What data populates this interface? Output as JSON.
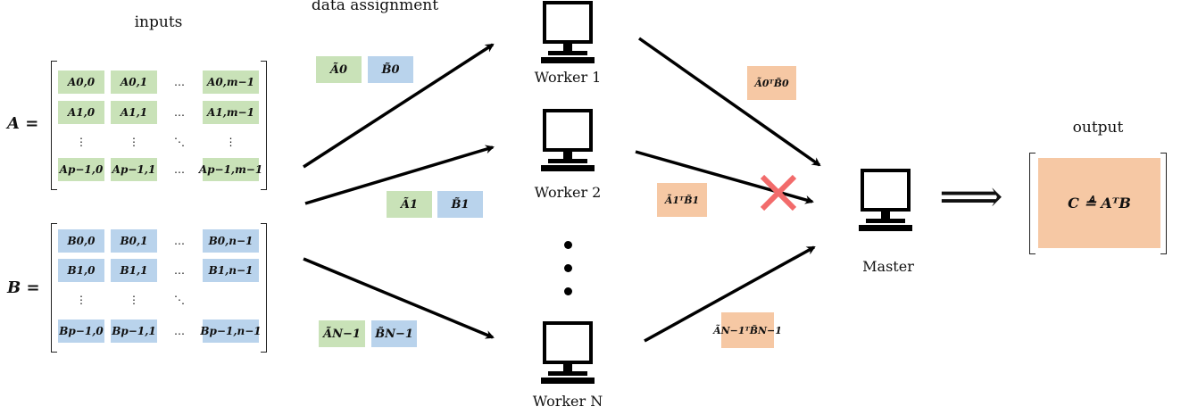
{
  "titles": {
    "inputs": "inputs",
    "data_assignment": "data assignment",
    "output": "output"
  },
  "matrix_a": {
    "label": "A =",
    "rows": [
      [
        "A0,0",
        "A0,1",
        "…",
        "A0,m−1"
      ],
      [
        "A1,0",
        "A1,1",
        "…",
        "A1,m−1"
      ],
      [
        "⋮",
        "⋮",
        "⋱",
        "⋮"
      ],
      [
        "Ap−1,0",
        "Ap−1,1",
        "…",
        "Ap−1,m−1"
      ]
    ]
  },
  "matrix_b": {
    "label": "B =",
    "rows": [
      [
        "B0,0",
        "B0,1",
        "…",
        "B0,n−1"
      ],
      [
        "B1,0",
        "B1,1",
        "…",
        "B1,n−1"
      ],
      [
        "⋮",
        "⋮",
        "⋱",
        ""
      ],
      [
        "Bp−1,0",
        "Bp−1,1",
        "…",
        "Bp−1,n−1"
      ]
    ]
  },
  "assignments": [
    {
      "a": "Ã0",
      "b": "B̃0"
    },
    {
      "a": "Ã1",
      "b": "B̃1"
    },
    {
      "a": "ÃN−1",
      "b": "B̃N−1"
    }
  ],
  "workers": [
    {
      "label": "Worker 1"
    },
    {
      "label": "Worker 2"
    },
    {
      "label": "Worker N"
    }
  ],
  "results": [
    {
      "text": "Ã0ᵀB̃0"
    },
    {
      "text": "Ã1ᵀB̃1"
    },
    {
      "text": "ÃN−1ᵀB̃N−1"
    }
  ],
  "master": {
    "label": "Master"
  },
  "implies_symbol": "⟹",
  "output_value": "C ≜ AᵀB",
  "straggler_marker": "×",
  "colors": {
    "green": "#c9e2b8",
    "blue": "#b9d3ec",
    "orange": "#f6c8a4",
    "cross": "#f26b6b"
  }
}
